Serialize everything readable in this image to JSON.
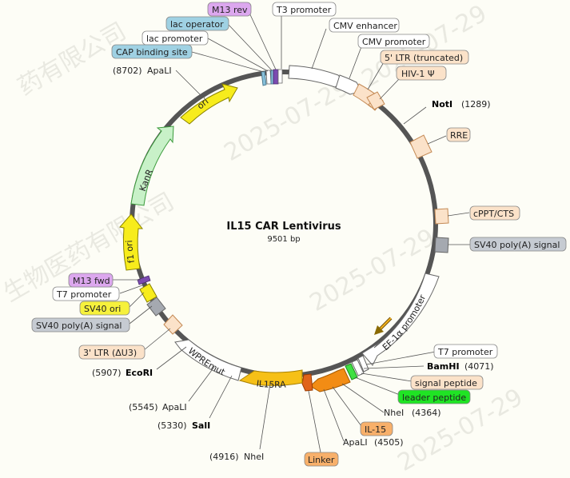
{
  "plasmid": {
    "name": "IL15 CAR Lentivirus",
    "size": "9501 bp"
  },
  "watermark": [
    "2025-07-29",
    "2025-07-29",
    "2025-07-29",
    "生物医药有限公司",
    "2025-07-29",
    "药有限公司"
  ],
  "colors": {
    "backbone": "#555555",
    "white": "#ffffff",
    "peach": "#fbe2c9",
    "peach_border": "#d49a66",
    "gray": "#a5a9b0",
    "yellow": "#f7ec1c",
    "green_light": "#c8f1c8",
    "orange": "#f28c14",
    "orange_dark": "#e0641a",
    "gold": "#f6c017",
    "lime": "#3ee042",
    "purple": "#7b4bb0",
    "blue": "#86bfd9",
    "pill_blue": "#9fd1e3",
    "pill_purple": "#dca7ee",
    "pill_yellow": "#f6f13c",
    "pill_gray": "#c6cbd2",
    "pill_orange": "#f8b06a",
    "pill_green": "#1fe424",
    "pill_peach": "#fbe2c9",
    "pill_white": "#ffffff"
  },
  "features": [
    {
      "label": "T3 promoter"
    },
    {
      "label": "CMV enhancer"
    },
    {
      "label": "CMV promoter"
    },
    {
      "label": "5' LTR (truncated)"
    },
    {
      "label": "HIV-1 Ψ"
    },
    {
      "label": "RRE"
    },
    {
      "label": "cPPT/CTS"
    },
    {
      "label": "SV40 poly(A) signal"
    },
    {
      "label": "EF-1α promoter"
    },
    {
      "label": "T7 promoter"
    },
    {
      "label": "signal peptide"
    },
    {
      "label": "leader peptide"
    },
    {
      "label": "IL-15"
    },
    {
      "label": "Linker"
    },
    {
      "label": "IL15RA"
    },
    {
      "label": "WPREmut"
    },
    {
      "label": "3' LTR (ΔU3)"
    },
    {
      "label": "SV40 poly(A) signal"
    },
    {
      "label": "SV40 ori"
    },
    {
      "label": "T7 promoter"
    },
    {
      "label": "M13 fwd"
    },
    {
      "label": "f1 ori"
    },
    {
      "label": "KanR"
    },
    {
      "label": "ori"
    },
    {
      "label": "CAP binding site"
    },
    {
      "label": "lac promoter"
    },
    {
      "label": "lac operator"
    },
    {
      "label": "M13 rev"
    }
  ],
  "sites": [
    {
      "name": "NotI",
      "pos": "(1289)"
    },
    {
      "name": "BamHI",
      "pos": "(4071)"
    },
    {
      "name": "NheI",
      "pos": "(4364)"
    },
    {
      "name": "ApaLI",
      "pos": "(4505)"
    },
    {
      "name": "NheI",
      "pos": "(4916)"
    },
    {
      "name": "SalI",
      "pos": "(5330)"
    },
    {
      "name": "ApaLI",
      "pos": "(5545)"
    },
    {
      "name": "EcoRI",
      "pos": "(5907)"
    },
    {
      "name": "ApaLI",
      "pos": "(8702)"
    }
  ]
}
